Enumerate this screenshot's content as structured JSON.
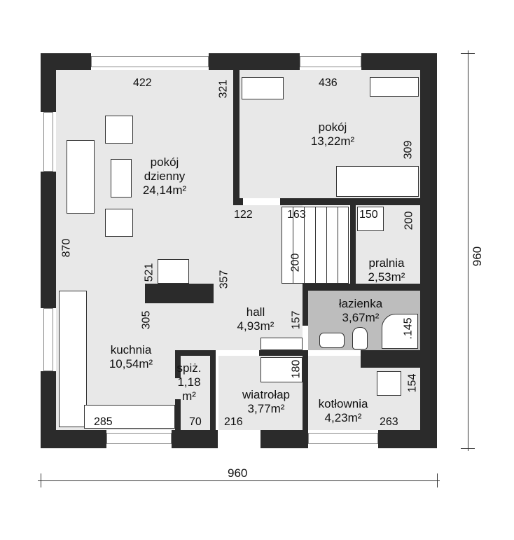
{
  "rooms": [
    {
      "name": "pokój dzienny",
      "line1": "pokój",
      "line2": "dzienny",
      "area": "24,14m²"
    },
    {
      "name": "pokój",
      "line1": "pokój",
      "area": "13,22m²"
    },
    {
      "name": "kuchnia",
      "line1": "kuchnia",
      "area": "10,54m²"
    },
    {
      "name": "hall",
      "line1": "hall",
      "area": "4,93m²"
    },
    {
      "name": "łazienka",
      "line1": "łazienka",
      "area": "3,67m²"
    },
    {
      "name": "pralnia",
      "line1": "pralnia",
      "area": "2,53m²"
    },
    {
      "name": "wiatrołap",
      "line1": "wiatrołap",
      "area": "3,77m²"
    },
    {
      "name": "kotłownia",
      "line1": "kotłownia",
      "area": "4,23m²"
    },
    {
      "name": "spiż.",
      "line1": "spiż.",
      "line2": "1,18",
      "line3": "m²"
    }
  ],
  "dims": {
    "d422": "422",
    "d321": "321",
    "d436": "436",
    "d309": "309",
    "d870": "870",
    "d122": "122",
    "d163": "163",
    "d150": "150",
    "d200a": "200",
    "d200b": "200",
    "d521": "521",
    "d357": "357",
    "d305": "305",
    "d157": "157",
    "d145": ".145",
    "d180": "180",
    "d154": "154",
    "d285": "285",
    "d70": "70",
    "d216": "216",
    "d263": "263"
  },
  "overall": {
    "width": "960",
    "height": "960"
  },
  "colors": {
    "wall": "#2b2b2b",
    "room": "#e8e8e8",
    "bathroom": "#bdbdbd"
  }
}
